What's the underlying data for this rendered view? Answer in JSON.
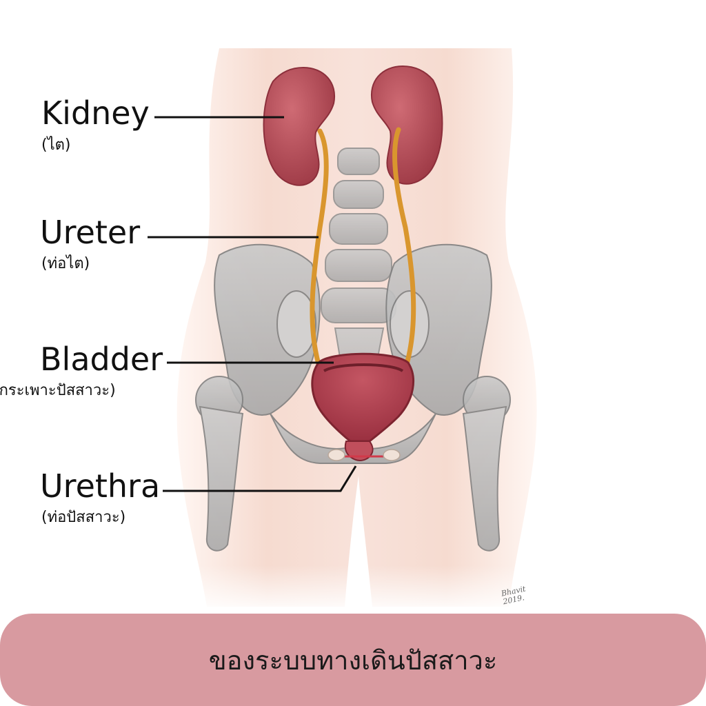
{
  "labels": {
    "kidney": {
      "en": "Kidney",
      "th": "(ไต)"
    },
    "ureter": {
      "en": "Ureter",
      "th": "(ท่อไต)"
    },
    "bladder": {
      "en": "Bladder",
      "th": "(กระเพาะปัสสาวะ)"
    },
    "urethra": {
      "en": "Urethra",
      "th": "(ท่อปัสสาวะ)"
    }
  },
  "signature": "Bhavit\n2019.",
  "banner": {
    "text": "ของระบบทางเดินปัสสาวะ"
  },
  "colors": {
    "skin": "#f6ddd4",
    "bone": "#b9b9b9",
    "kidney": "#b24a55",
    "ureter": "#d9962e",
    "bladder": "#b5404c",
    "banner": "#d89aa0"
  }
}
